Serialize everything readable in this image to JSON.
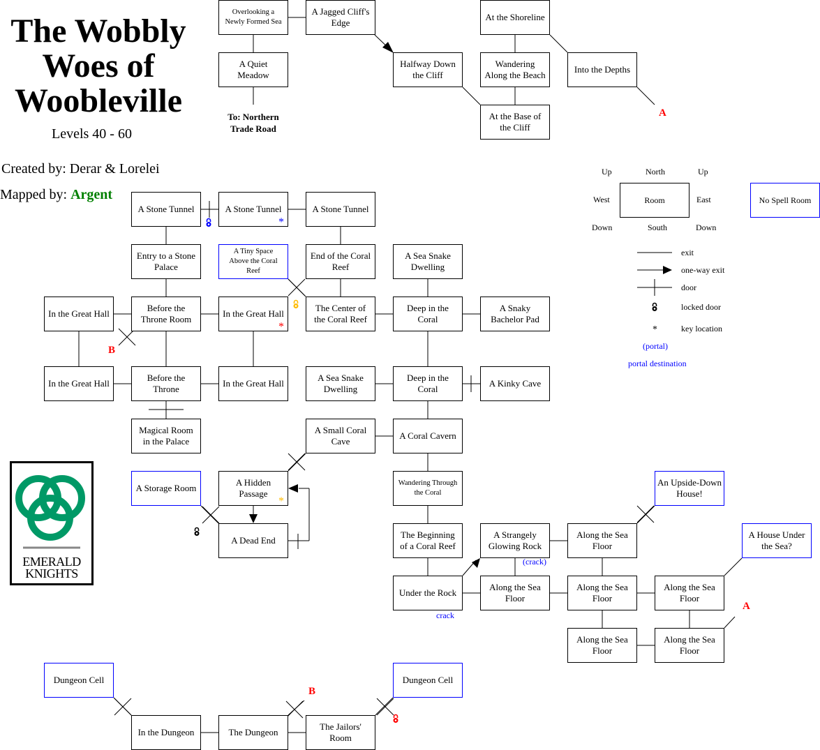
{
  "header": {
    "title": "The Wobbly\nWoes of\nWoobleville",
    "levels": "Levels 40 - 60",
    "created_by": "Created by: Derar & Lorelei",
    "mapped_by_label": "Mapped by: ",
    "mapped_by_name": "Argent",
    "mapped_by_color": "#008000"
  },
  "destination_note": "To: Northern\nTrade Road",
  "rooms": [
    {
      "label": "Overlooking a\nNewly Formed Sea",
      "small": true
    },
    {
      "label": "A Jagged Cliff's\nEdge"
    },
    {
      "label": "A Quiet\nMeadow"
    },
    {
      "label": "Halfway Down\nthe Cliff"
    },
    {
      "label": "At the Shoreline"
    },
    {
      "label": "Wandering\nAlong the Beach"
    },
    {
      "label": "Into the Depths"
    },
    {
      "label": "At the Base of\nthe Cliff"
    },
    {
      "label": "A Stone Tunnel"
    },
    {
      "label": "A Stone Tunnel"
    },
    {
      "label": "A Stone Tunnel"
    },
    {
      "label": "Entry to a Stone\nPalace"
    },
    {
      "label": "A Tiny Space\nAbove the Coral\nReef",
      "small": true,
      "nospell": true
    },
    {
      "label": "End of the Coral\nReef"
    },
    {
      "label": "A Sea Snake\nDwelling"
    },
    {
      "label": "In the Great Hall"
    },
    {
      "label": "Before the\nThrone Room"
    },
    {
      "label": "In the Great Hall"
    },
    {
      "label": "The Center of\nthe Coral Reef"
    },
    {
      "label": "Deep in the\nCoral"
    },
    {
      "label": "A Snaky\nBachelor Pad"
    },
    {
      "label": "In the Great Hall"
    },
    {
      "label": "Before the\nThrone"
    },
    {
      "label": "In the Great Hall"
    },
    {
      "label": "A Sea Snake\nDwelling"
    },
    {
      "label": "Deep in the\nCoral"
    },
    {
      "label": "A Kinky Cave"
    },
    {
      "label": "Magical Room\nin the Palace"
    },
    {
      "label": "A Small Coral\nCave"
    },
    {
      "label": "A Coral Cavern"
    },
    {
      "label": "A Storage Room",
      "nospell": true
    },
    {
      "label": "A Hidden\nPassage"
    },
    {
      "label": "Wandering Through\nthe Coral",
      "small": true
    },
    {
      "label": "An Upside-Down\nHouse!",
      "nospell": true
    },
    {
      "label": "A Dead End"
    },
    {
      "label": "The Beginning\nof a Coral Reef"
    },
    {
      "label": "A Strangely\nGlowing Rock"
    },
    {
      "label": "Along the Sea\nFloor"
    },
    {
      "label": "A House Under\nthe Sea?",
      "nospell": true
    },
    {
      "label": "Under the Rock"
    },
    {
      "label": "Along the Sea\nFloor"
    },
    {
      "label": "Along the Sea\nFloor"
    },
    {
      "label": "Along the Sea\nFloor"
    },
    {
      "label": "Along the Sea\nFloor"
    },
    {
      "label": "Along the Sea\nFloor"
    },
    {
      "label": "Dungeon Cell",
      "nospell": true
    },
    {
      "label": "Dungeon Cell",
      "nospell": true
    },
    {
      "label": "In the Dungeon"
    },
    {
      "label": "The Dungeon"
    },
    {
      "label": "The Jailors'\nRoom"
    }
  ],
  "markers": {
    "a1": "A",
    "a2": "A",
    "b1": "B",
    "b2": "B",
    "key": "*",
    "crack_portal": "(crack)",
    "crack_dest": "crack"
  },
  "legend": {
    "up_left": "Up",
    "north": "North",
    "up_right": "Up",
    "west": "West",
    "room": "Room",
    "east": "East",
    "down_left": "Down",
    "south": "South",
    "down_right": "Down",
    "no_spell_room": "No Spell Room",
    "exit": "exit",
    "one_way_exit": "one-way exit",
    "door": "door",
    "locked_door": "locked door",
    "key_symbol": "*",
    "key_location": "key location",
    "portal": "(portal)",
    "portal_destination": "portal destination"
  },
  "logo": {
    "text": "EMERALD\nKNIGHTS",
    "color": "#009966"
  },
  "colors": {
    "key_blue": "#0000ff",
    "key_red": "#ff0000",
    "key_yellow": "#ffbb00",
    "no_spell_border": "#0000ff"
  }
}
